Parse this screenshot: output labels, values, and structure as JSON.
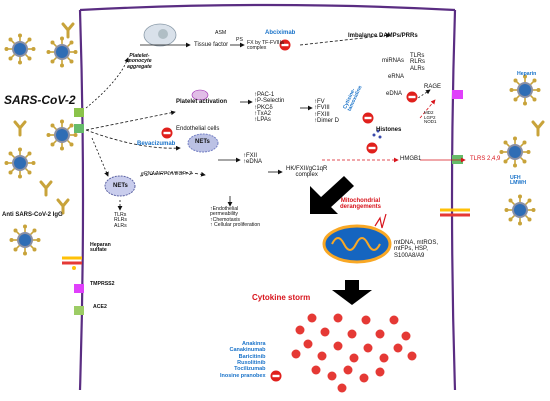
{
  "colors": {
    "membrane": "#5a2d82",
    "blue_text": "#1a73c9",
    "red_text": "#d8141c",
    "inhibitor": "#e0201c",
    "virus_core": "#2f6db5",
    "virus_spike": "#c8a33a"
  },
  "labels": {
    "sars_cov_2": "SARS-CoV-2",
    "anti_igg": "Anti SARS-CoV-2 IgG",
    "platelet_monocyte": "Platelet-\nmonocyte\naggregate",
    "asm": "ASM",
    "ps": "PS",
    "tissue_factor": "Tissue factor",
    "fx_tf": "FX by TF-FVIIIa\ncomplex",
    "abciximab": "Abciximab",
    "imbalance": "Imbalance DAMPs/PRRs",
    "heparin": "Heparin",
    "mirnas": "miRNAs",
    "tlrs_rlrs_alrs_top": "TLRs\nRLRs\nALRs",
    "erna": "eRNA",
    "edna_right": "eDNA",
    "rage": "RAGE",
    "md2_lgp2_nod1": "MD2\nLGP2\nNOD1",
    "platelet_activation": "Platelet activation",
    "platelet_markers": "↑PAC-1\n↑P-Selectin\n↑PKCδ\n↑TxA2\n↑LPAs",
    "coag_factors": "↑FV\n↑FVIII\n↑FXIII\n↑Dimer D",
    "cytisine": "Cytisine-\ntamoxidine",
    "histones": "Histones",
    "endothelial": "Endothelial cells",
    "nets_center": "NETs",
    "bevacizumab": "Bevacizumab",
    "fxii_edna": "↑FXII\n↑eDNA",
    "hk_complex": "HK/FXII/gC1qR\ncomplex",
    "hmgb1": "HMGB1",
    "tlrs_249": "TLRS 2,4,9",
    "ufh_lmwh": "UFH\nLMWH",
    "nets_left": "NETs",
    "erna_nrp1": "eRNA/NRP1/VEGFr-2",
    "tlrs_rlrs_alrs_left": "TLRs\nRLRs\nALRs",
    "endothelial_effects": "↑Endothelial\npermeability\n↑Chemotaxis\n↑ Cellular proliferation",
    "heparan": "Heparan\nsulfate",
    "tmprss2": "TMPRSS2",
    "ace2": "ACE2",
    "mito": "Mitochondrial\nderangements",
    "mtdna": "mtDNA, mtROS,\nmtFPs, HSP,\nS100A8/A9",
    "cytokine_storm": "Cytokine storm",
    "drugs": "Anakinra\nCanakinumab\nBaricitinib\nRuxolitinib\nTocilizumab\nInosine pranobex"
  },
  "icons": [
    "virus-icon",
    "antibody-icon",
    "inhibitor-icon",
    "receptor-icon",
    "mitochondrion-icon",
    "cytokine-dot-icon",
    "down-arrow-icon"
  ]
}
